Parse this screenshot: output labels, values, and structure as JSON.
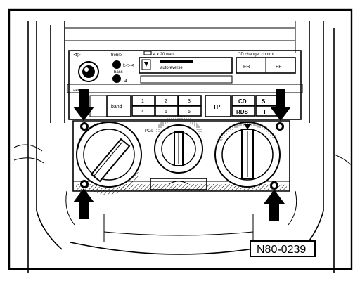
{
  "figure_id": "N80-0239",
  "radio": {
    "label_treble": "treble",
    "label_bass": "bass",
    "speaker_spec": "4 x 20 watt",
    "changer_label": "CD changer control",
    "display_top": "autoreverse",
    "btn_fr": "FR",
    "btn_ff": "FF",
    "btn_band": "band",
    "presets": [
      "1",
      "2",
      "3",
      "4",
      "5",
      "6"
    ],
    "btn_tp": "TP",
    "btn_cd": "CD",
    "btn_rds": "RDS",
    "btn_s": "S",
    "btn_t": "T",
    "label_aero": "aeroma"
  },
  "hvac": {
    "fan_label": "PCs"
  },
  "colors": {
    "ink": "#000000",
    "paper": "#ffffff"
  }
}
